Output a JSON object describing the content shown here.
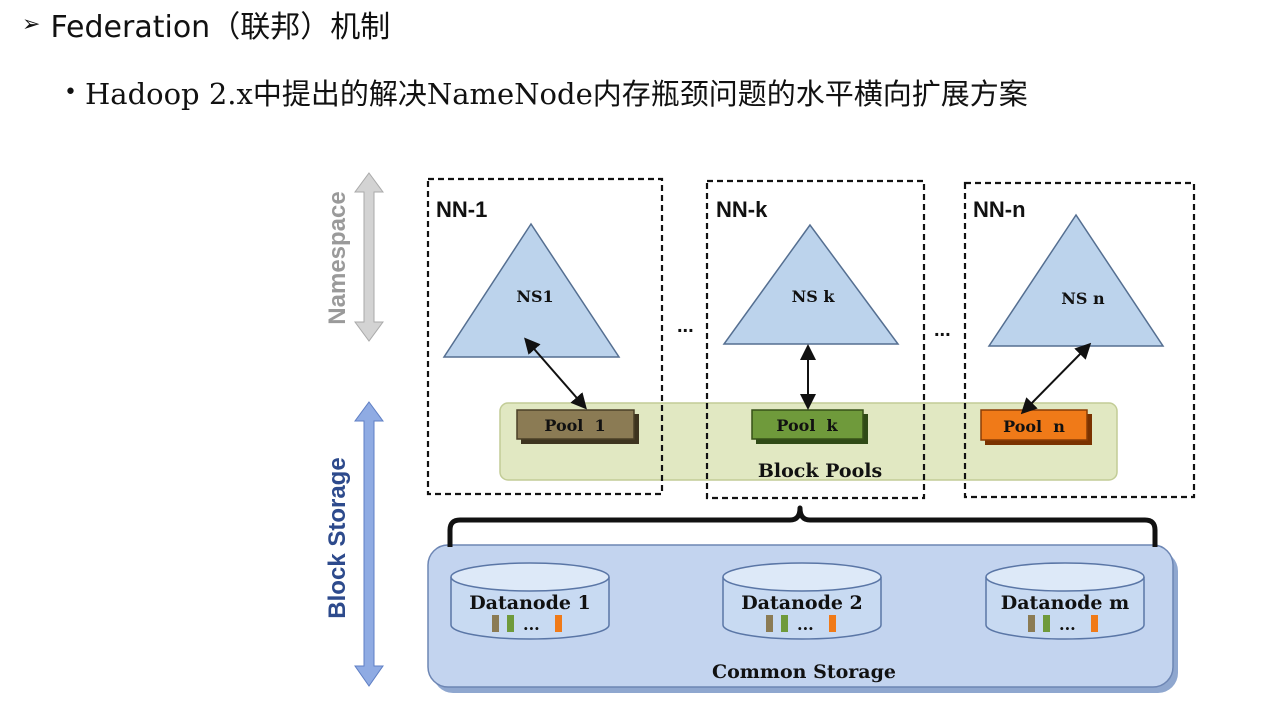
{
  "heading": {
    "marker": "➢",
    "text": "Federation（联邦）机制"
  },
  "subline": {
    "bullet": "•",
    "text": "Hadoop 2.x中提出的解决NameNode内存瓶颈问题的水平横向扩展方案"
  },
  "diagram": {
    "side_labels": {
      "namespace": "Namespace",
      "block_storage": "Block Storage"
    },
    "namenodes": [
      {
        "id": "NN-1",
        "namespace": "NS1"
      },
      {
        "id": "NN-k",
        "namespace": "NS k"
      },
      {
        "id": "NN-n",
        "namespace": "NS n"
      }
    ],
    "ellipsis": "...",
    "block_pools_label": "Block Pools",
    "pools": [
      {
        "label": "Pool  1",
        "color": "#8b7b54"
      },
      {
        "label": "Pool  k",
        "color": "#6f9a3b"
      },
      {
        "label": "Pool  n",
        "color": "#f07a18"
      }
    ],
    "common_storage_label": "Common Storage",
    "datanodes": [
      {
        "label": "Datanode 1",
        "blocks_text": "..."
      },
      {
        "label": "Datanode 2",
        "blocks_text": "..."
      },
      {
        "label": "Datanode m",
        "blocks_text": "..."
      }
    ],
    "colors": {
      "triangle_fill": "#bcd3ec",
      "block_pools_bg": "#e1e8c2",
      "storage_bg": "#c3d4ef",
      "namespace_arrow": "#cfcfcf",
      "storage_arrow": "#7d9cd9"
    }
  }
}
